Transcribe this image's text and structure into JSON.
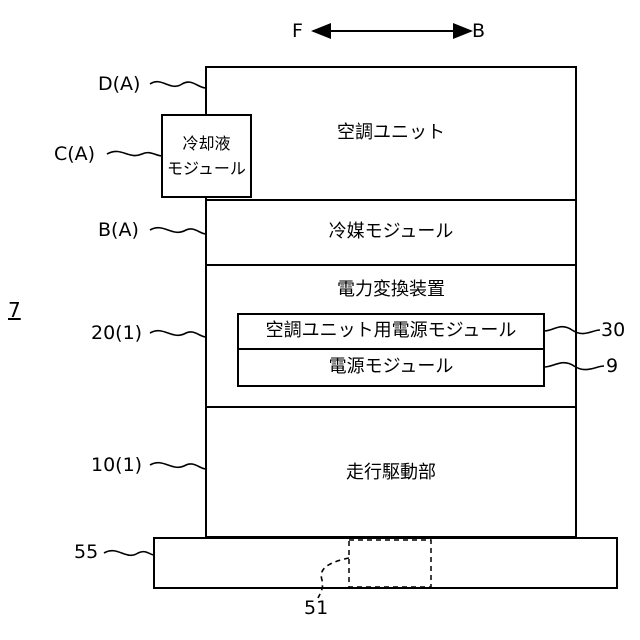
{
  "figure_number": "7",
  "direction": {
    "front": "F",
    "back": "B"
  },
  "refs": {
    "d": "D(A)",
    "c": "C(A)",
    "b": "B(A)",
    "power": "20(1)",
    "drive": "10(1)",
    "ac_power": "30",
    "power_module": "9",
    "base": "55",
    "mount": "51"
  },
  "blocks": {
    "ac_unit": "空調ユニット",
    "coolant_module_line1": "冷却液",
    "coolant_module_line2": "モジュール",
    "refrigerant_module": "冷媒モジュール",
    "power_conversion": "電力変換装置",
    "ac_unit_power_module": "空調ユニット用電源モジュール",
    "power_module": "電源モジュール",
    "drive_unit": "走行駆動部"
  }
}
